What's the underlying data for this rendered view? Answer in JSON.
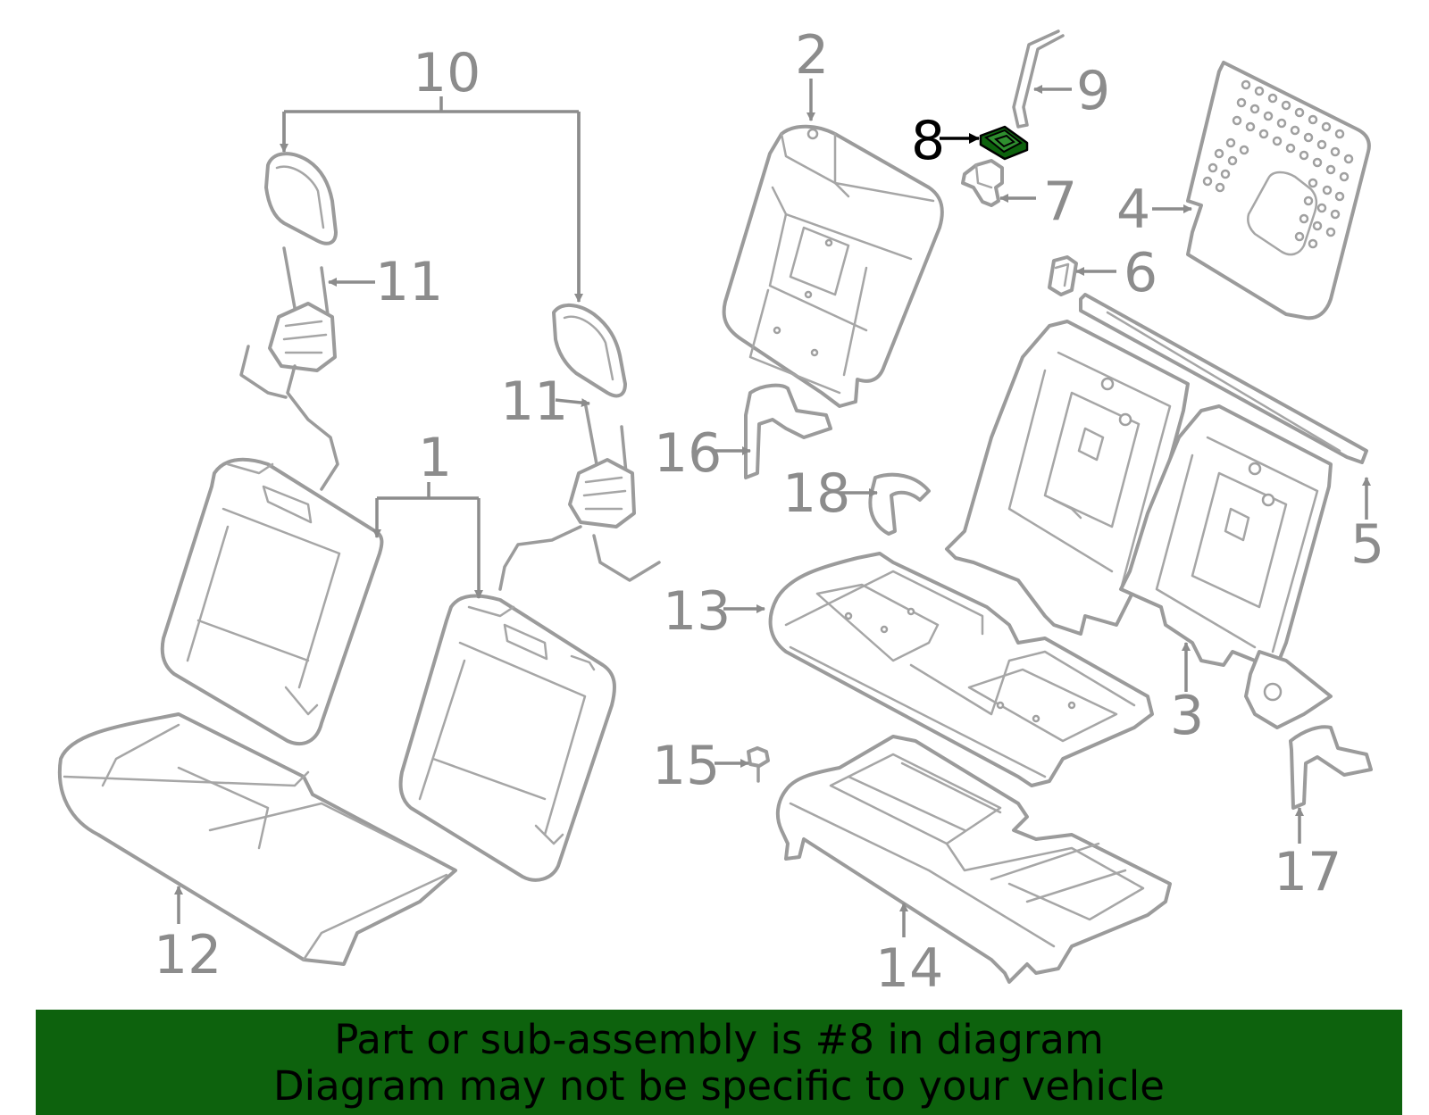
{
  "diagram": {
    "callouts": [
      {
        "label": "1"
      },
      {
        "label": "2"
      },
      {
        "label": "3"
      },
      {
        "label": "4"
      },
      {
        "label": "5"
      },
      {
        "label": "6"
      },
      {
        "label": "7"
      },
      {
        "label": "8"
      },
      {
        "label": "9"
      },
      {
        "label": "10"
      },
      {
        "label": "11"
      },
      {
        "label": "11"
      },
      {
        "label": "12"
      },
      {
        "label": "13"
      },
      {
        "label": "14"
      },
      {
        "label": "15"
      },
      {
        "label": "16"
      },
      {
        "label": "17"
      },
      {
        "label": "18"
      }
    ],
    "highlighted_part": "8",
    "colors": {
      "line_art": "#9b9b9b",
      "callout_text": "#8c8c8c",
      "highlight_fill": "#0d620d",
      "highlight_text": "#000000",
      "banner_background": "#0d620d"
    }
  },
  "banner": {
    "line1": "Part or sub-assembly is #8 in diagram",
    "line2": "Diagram may not be specific to your vehicle"
  }
}
